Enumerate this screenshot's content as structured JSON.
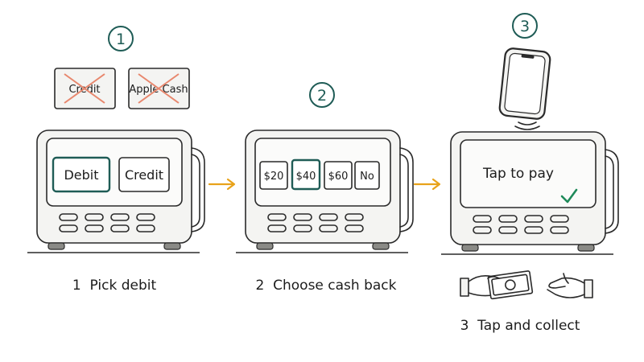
{
  "colors": {
    "accent_teal": "#1f5c56",
    "arrow_orange": "#e8a21a",
    "cross_salmon": "#e8876d",
    "ink": "#2a2a2a",
    "check_green": "#1f8a5a"
  },
  "step1": {
    "number": "1",
    "rejected_cards": [
      "Credit",
      "Apple Cash"
    ],
    "screen_buttons": [
      "Debit",
      "Credit"
    ],
    "selected": "Debit",
    "caption": "1  Pick debit"
  },
  "step2": {
    "number": "2",
    "screen_buttons": [
      "$20",
      "$40",
      "$60",
      "No"
    ],
    "selected": "$40",
    "caption": "2  Choose cash back"
  },
  "step3": {
    "number": "3",
    "screen_text": "Tap to pay",
    "caption": "3  Tap and collect"
  },
  "icons": {
    "phone": "smartphone-icon",
    "contactless": "contactless-waves-icon",
    "check": "checkmark-icon",
    "cash_hand": "hand-giving-cash-icon",
    "open_hand": "open-hand-receiving-icon",
    "arrow": "right-arrow-icon"
  }
}
